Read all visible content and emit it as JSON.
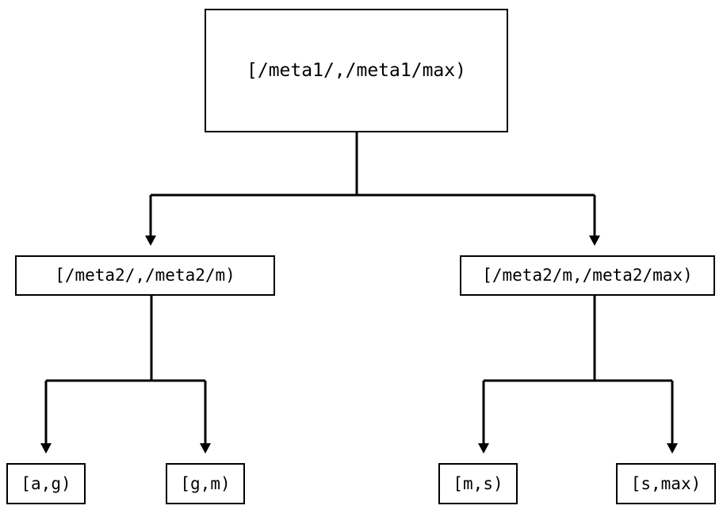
{
  "diagram": {
    "type": "tree",
    "title": "",
    "background_color": "#ffffff",
    "line_color": "#000000",
    "text_color": "#000000",
    "nodes": {
      "root": {
        "label": "[/meta1/,/meta1/max)"
      },
      "mid_left": {
        "label": "[/meta2/,/meta2/m)"
      },
      "mid_right": {
        "label": "[/meta2/m,/meta2/max)"
      },
      "leaf_ag": {
        "label": "[a,g)"
      },
      "leaf_gm": {
        "label": "[g,m)"
      },
      "leaf_ms": {
        "label": "[m,s)"
      },
      "leaf_smax": {
        "label": "[s,max)"
      }
    },
    "edges": [
      {
        "from": "root",
        "to": "mid_left",
        "arrow": "down"
      },
      {
        "from": "root",
        "to": "mid_right",
        "arrow": "down"
      },
      {
        "from": "mid_left",
        "to": "leaf_ag",
        "arrow": "down"
      },
      {
        "from": "mid_left",
        "to": "leaf_gm",
        "arrow": "down"
      },
      {
        "from": "mid_right",
        "to": "leaf_ms",
        "arrow": "down"
      },
      {
        "from": "mid_right",
        "to": "leaf_smax",
        "arrow": "down"
      }
    ]
  }
}
